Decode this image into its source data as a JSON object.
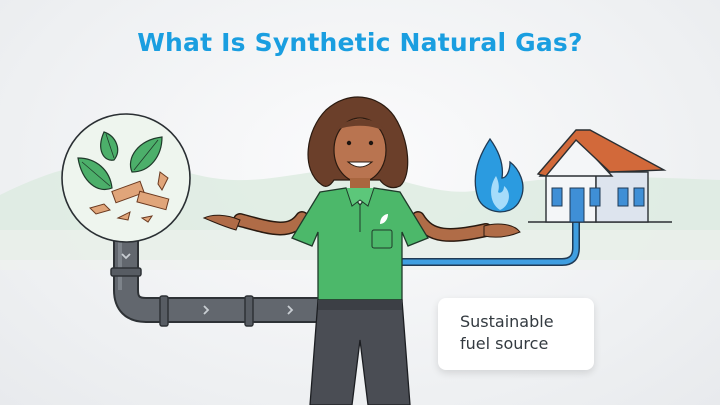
{
  "title": "What Is Synthetic Natural Gas?",
  "callout": {
    "line1": "Sustainable",
    "line2": "fuel source"
  },
  "illustration": {
    "left_bubble": "biomass-icon (leaves and wood chips)",
    "pipe": "gray pipe with flow arrows",
    "presenter": "woman in green polo shirt with leaf logo",
    "right_items": [
      "blue-flame-icon",
      "house-icon",
      "blue gas line"
    ]
  },
  "colors": {
    "title": "#1a9ee0",
    "shirt": "#4cb86a",
    "pipe": "#5c6168",
    "flame": "#2b9be0",
    "roof": "#d2693a",
    "hills": "#d6e9dc"
  }
}
